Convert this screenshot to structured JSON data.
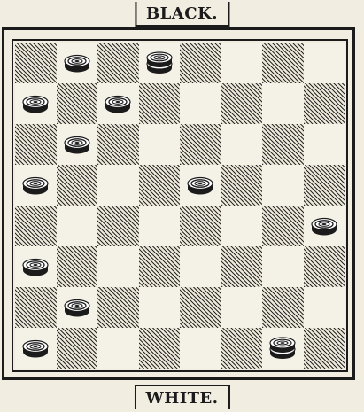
{
  "labels": {
    "top": "BLACK.",
    "bottom": "WHITE."
  },
  "board": {
    "rows": 8,
    "cols": 8,
    "pieces": [
      {
        "row": 0,
        "col": 1,
        "type": "man"
      },
      {
        "row": 0,
        "col": 3,
        "type": "king"
      },
      {
        "row": 1,
        "col": 0,
        "type": "man"
      },
      {
        "row": 1,
        "col": 2,
        "type": "man"
      },
      {
        "row": 2,
        "col": 1,
        "type": "man"
      },
      {
        "row": 3,
        "col": 0,
        "type": "man"
      },
      {
        "row": 3,
        "col": 4,
        "type": "man"
      },
      {
        "row": 4,
        "col": 7,
        "type": "man"
      },
      {
        "row": 5,
        "col": 0,
        "type": "man"
      },
      {
        "row": 6,
        "col": 1,
        "type": "man"
      },
      {
        "row": 7,
        "col": 0,
        "type": "man"
      },
      {
        "row": 7,
        "col": 6,
        "type": "king"
      }
    ]
  },
  "colors": {
    "ink": "#1b1b1b",
    "paper": "#f1ede0"
  }
}
